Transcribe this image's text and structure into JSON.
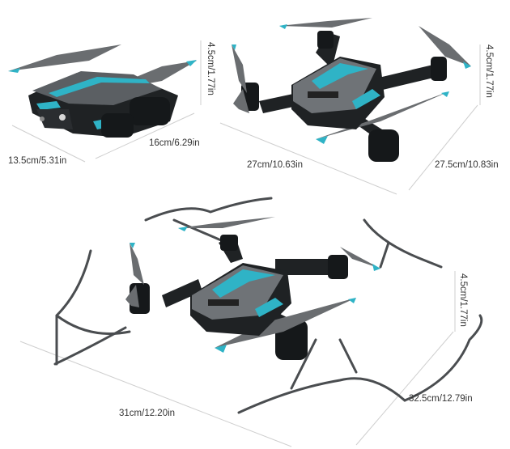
{
  "colors": {
    "accent": "#2fb3c6",
    "body_dark": "#1f2224",
    "body_gray": "#5b5f63",
    "prop_gray": "#6a6d70",
    "guide_line": "#c8c8c8",
    "text": "#333333"
  },
  "views": [
    {
      "name": "folded",
      "dimensions": {
        "width": "13.5cm/5.31in",
        "length": "16cm/6.29in",
        "height": "4.5cm/1.77in"
      }
    },
    {
      "name": "unfolded",
      "dimensions": {
        "width": "27cm/10.63in",
        "length": "27.5cm/10.83in",
        "height": "4.5cm/1.77in"
      }
    },
    {
      "name": "unfolded-with-guards",
      "dimensions": {
        "width": "31cm/12.20in",
        "length": "32.5cm/12.79in",
        "height": "4.5cm/1.77in"
      }
    }
  ]
}
